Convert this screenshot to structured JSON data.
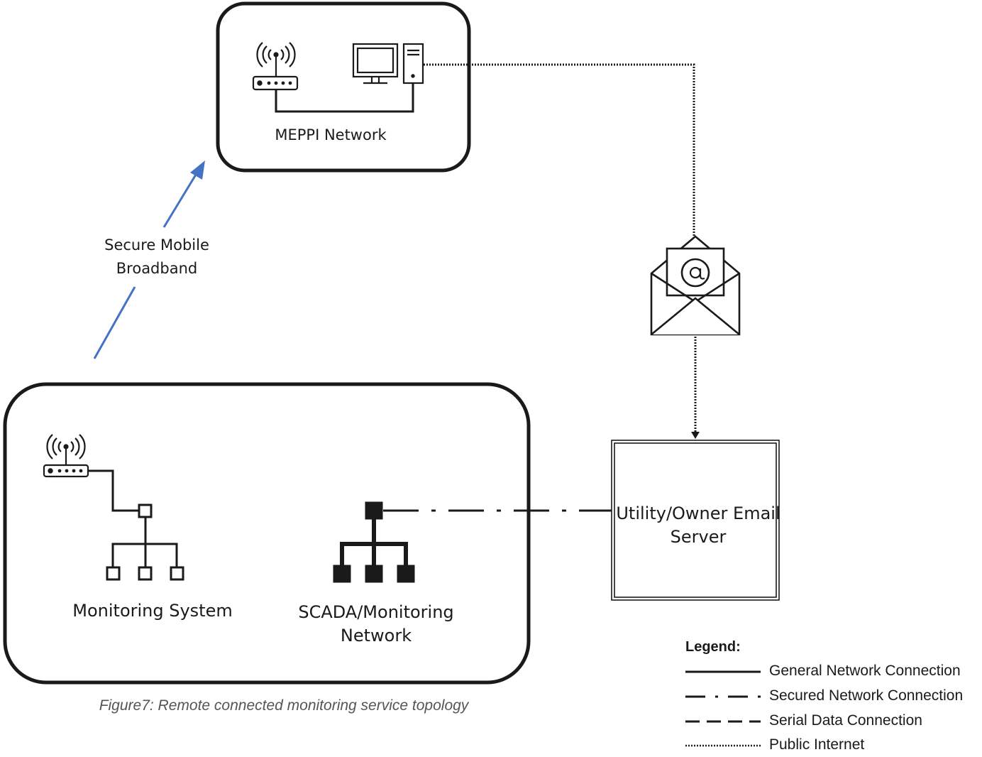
{
  "nodes": {
    "meppi": {
      "label": "MEPPI Network"
    },
    "monitoring": {
      "label": "Monitoring System"
    },
    "scada": {
      "label": "SCADA/Monitoring Network"
    },
    "email_server": {
      "label": "Utility/Owner Email Server"
    }
  },
  "edges": {
    "broadband": {
      "label": "Secure Mobile Broadband",
      "color": "#4472C4"
    }
  },
  "caption": "Figure7: Remote connected monitoring service topology",
  "legend": {
    "title": "Legend:",
    "items": [
      {
        "label": "General Network Connection",
        "style": "solid"
      },
      {
        "label": "Secured Network Connection",
        "style": "dash-dot"
      },
      {
        "label": "Serial Data Connection",
        "style": "dashed"
      },
      {
        "label": "Public Internet",
        "style": "dotted"
      }
    ]
  },
  "icons": [
    "wifi-router-icon",
    "desktop-computer-icon",
    "email-envelope-icon",
    "network-hierarchy-icon"
  ]
}
